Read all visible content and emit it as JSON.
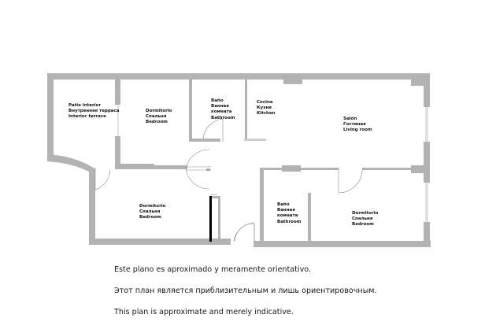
{
  "plan": {
    "wall_color": "#b3b3b3",
    "wall_edge_color": "#8c8c8c",
    "door_color": "#888888",
    "background": "#ffffff",
    "rooms": [
      {
        "id": "patio",
        "lines": [
          "Patio interior",
          "Внутренняя терраса",
          "Interior terrace"
        ]
      },
      {
        "id": "bedroom-1",
        "lines": [
          "Dormitorio",
          "Спальня",
          "Bedroom"
        ]
      },
      {
        "id": "bathroom-1",
        "lines": [
          "Baño",
          "Ванная",
          "комната",
          "Bathroom"
        ]
      },
      {
        "id": "kitchen",
        "lines": [
          "Cocina",
          "Кухня",
          "Kitchen"
        ]
      },
      {
        "id": "living-room",
        "lines": [
          "Salón",
          "Гостиная",
          "Living room"
        ]
      },
      {
        "id": "bedroom-2",
        "lines": [
          "Dormitorio",
          "Спальня",
          "Bedroom"
        ]
      },
      {
        "id": "bathroom-2",
        "lines": [
          "Baño",
          "Ванная",
          "комната",
          "Bathroom"
        ]
      },
      {
        "id": "bedroom-3",
        "lines": [
          "Dormitorio",
          "Спальня",
          "Bedroom"
        ]
      }
    ]
  },
  "disclaimer": {
    "es": "Este plano es aproximado y meramente orientativo.",
    "ru": "Этот план является приблизительным и лишь ориентировочным.",
    "en": "This plan is approximate and merely indicative."
  }
}
